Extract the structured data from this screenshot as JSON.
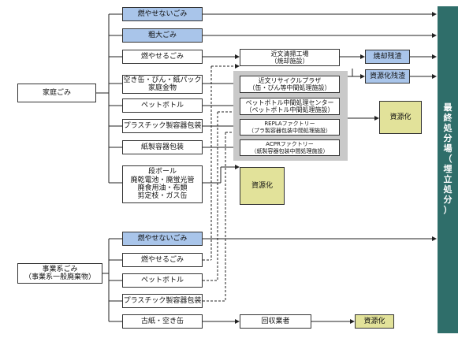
{
  "sources": {
    "household": "家庭ごみ",
    "business": "事業系ごみ\n（事業系一般廃棄物）"
  },
  "household_items": [
    "燃やせないごみ",
    "粗大ごみ",
    "燃やせるごみ",
    "空き缶・びん・紙パック\n家庭金物",
    "ペットボトル",
    "プラスチック製容器包装",
    "紙製容器包装",
    "段ボール\n廃乾電池・廃蛍光管\n廃食用油・布類\n剪定枝・ガス缶"
  ],
  "business_items": [
    "燃やせないごみ",
    "燃やせるごみ",
    "ペットボトル",
    "プラスチック製容器包装",
    "古紙・空き缶"
  ],
  "facilities": {
    "incinerator": "近文清掃工場\n（焼却施設）",
    "recycle_plaza": "近文リサイクルプラザ\n（缶・びん等中間処理施設）",
    "pet_center": "ペットボトル中間処理センター\n（ペットボトル中間処理施設）",
    "repla": "REPLAファクトリー\n（プラ製容器包装中間処理施設）",
    "acpr": "ACPRファクトリー\n（紙製容器包装中間処理施設）",
    "collector": "回収業者"
  },
  "outputs": {
    "ash": "焼却残渣",
    "recycle_residue": "資源化残渣",
    "recycle_1": "資源化",
    "recycle_2": "資源化",
    "recycle_3": "資源化"
  },
  "final_disposal": [
    "最",
    "終",
    "処",
    "分",
    "場",
    "（",
    "埋",
    "立",
    "処",
    "分",
    "）"
  ],
  "colors": {
    "blue_box": "#a9c5ea",
    "olive_box": "#e2e29a",
    "final_bar": "#2f6e6a",
    "facility_panel": "#c9c9c9"
  }
}
